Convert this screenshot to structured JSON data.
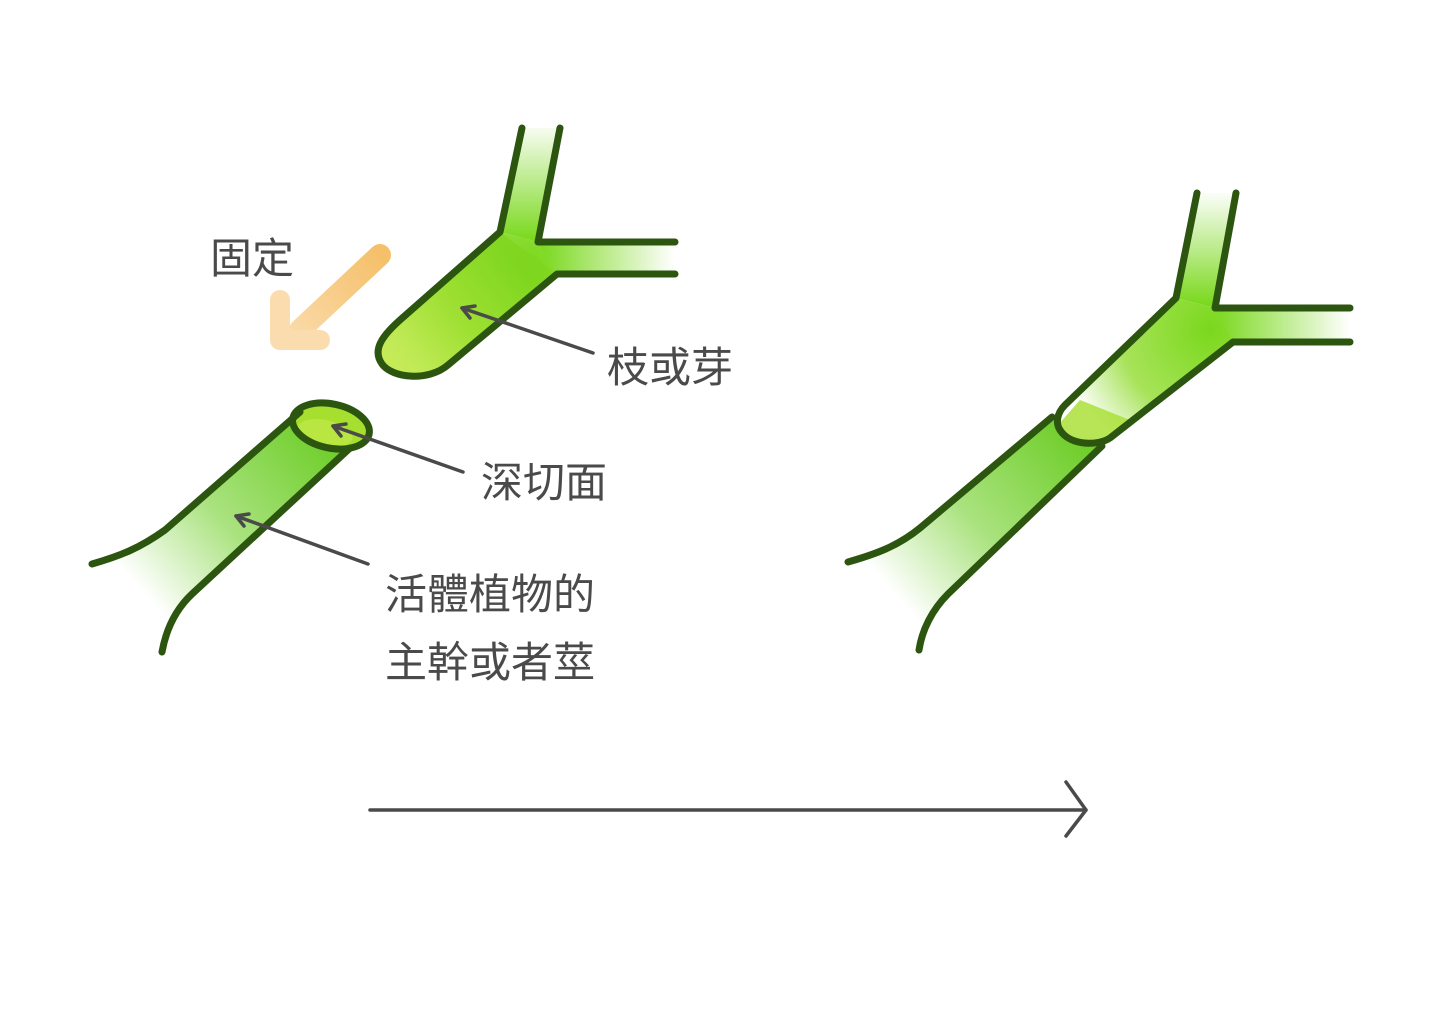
{
  "labels": {
    "fix": "固定",
    "scion": "枝或芽",
    "deep_cut": "深切面",
    "stock_line1": "活體植物的",
    "stock_line2": "主幹或者莖"
  },
  "colors": {
    "outline": "#2c5510",
    "stem_green": "#74d424",
    "cut_face": "#a6df2e",
    "arrow_orange": "#f6c77a",
    "text": "#4a4a4a",
    "background": "#ffffff"
  },
  "icons": {
    "fix_direction": "arrow-down-left-icon",
    "process_direction": "arrow-right-icon"
  }
}
